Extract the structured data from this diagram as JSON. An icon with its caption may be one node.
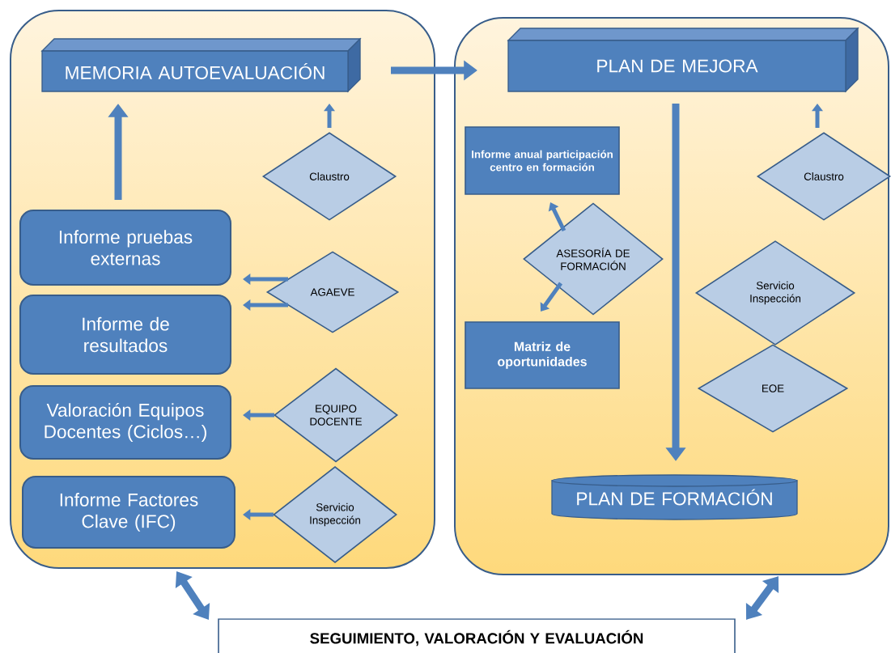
{
  "diagram": {
    "nodes": [
      {
        "text": [],
        "shape": "box"
      },
      {
        "text": [],
        "shape": "box"
      },
      {
        "text": [
          "MEMORIA AUTOEVALUACIÓN"
        ],
        "in": 0
      },
      {
        "text": [
          "Claustro"
        ],
        "in": 0
      },
      {
        "text": [
          "Informe pruebas externas"
        ],
        "in": 0
      },
      {
        "text": [
          "AGAEVE"
        ],
        "in": 0
      },
      {
        "text": [
          "Informe de resultados"
        ],
        "in": 0
      },
      {
        "text": [
          "Valoración Equipos Docentes (Ciclos…)"
        ],
        "in": 0
      },
      {
        "text": [
          "EQUIPO DOCENTE"
        ],
        "in": 0
      },
      {
        "text": [
          "Informe Factores Clave (IFC)"
        ],
        "in": 0
      },
      {
        "text": [
          "Servicio Inspección"
        ],
        "in": 0
      },
      {
        "text": [
          "PLAN DE MEJORA"
        ],
        "in": 1
      },
      {
        "text": [
          "Informe anual participación centro en formación"
        ],
        "in": 1
      },
      {
        "text": [
          "ASESORÍA DE FORMACIÓN"
        ],
        "in": 1
      },
      {
        "text": [
          "Matriz de oportunidades"
        ],
        "in": 1
      },
      {
        "text": [
          "Claustro"
        ],
        "in": 1
      },
      {
        "text": [
          "Servicio Inspección"
        ],
        "in": 1
      },
      {
        "text": [
          "EOE"
        ],
        "in": 1
      },
      {
        "text": [
          "PLAN DE FORMACIÓN"
        ],
        "in": 1
      },
      {
        "text": [
          "SEGUIMIENTO, VALORACIÓN Y EVALUACIÓN"
        ]
      }
    ],
    "edges": [
      {
        "from": 2,
        "to": 11,
        "arrow": "to",
        "style": "thick"
      },
      {
        "from": 4,
        "to": 2,
        "arrow": "to",
        "style": "thick"
      },
      {
        "from": 3,
        "to": 2,
        "arrow": "to"
      },
      {
        "from": 5,
        "to": 4,
        "arrow": "to"
      },
      {
        "from": 5,
        "to": 6,
        "arrow": "to"
      },
      {
        "from": 8,
        "to": 7,
        "arrow": "to"
      },
      {
        "from": 10,
        "to": 9,
        "arrow": "to"
      },
      {
        "from": 11,
        "to": 18,
        "arrow": "to",
        "style": "thick"
      },
      {
        "from": 15,
        "to": 11,
        "arrow": "to"
      },
      {
        "from": 13,
        "to": 12,
        "arrow": "to"
      },
      {
        "from": 13,
        "to": 14,
        "arrow": "to"
      },
      {
        "from": 0,
        "to": 19,
        "arrow": "both",
        "style": "thick"
      },
      {
        "from": 1,
        "to": 19,
        "arrow": "both",
        "style": "thick"
      }
    ]
  }
}
